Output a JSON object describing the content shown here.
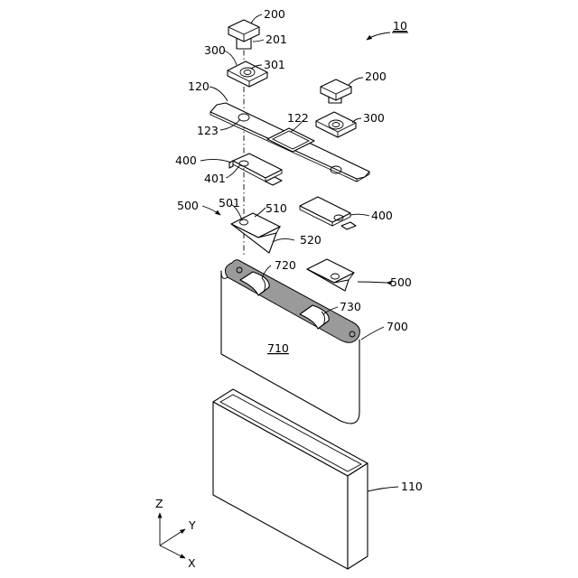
{
  "figure": {
    "assembly_ref": "10",
    "labels": {
      "l200a": "200",
      "l201": "201",
      "l300a": "300",
      "l301": "301",
      "l200b": "200",
      "l300b": "300",
      "l120": "120",
      "l122": "122",
      "l123": "123",
      "l400a": "400",
      "l401": "401",
      "l500a": "500",
      "l501": "501",
      "l510": "510",
      "l520": "520",
      "l400b": "400",
      "l720": "720",
      "l500b": "500",
      "l730": "730",
      "l700": "700",
      "l710": "710",
      "l110": "110"
    },
    "axes": {
      "z": "Z",
      "y": "Y",
      "x": "X"
    }
  }
}
